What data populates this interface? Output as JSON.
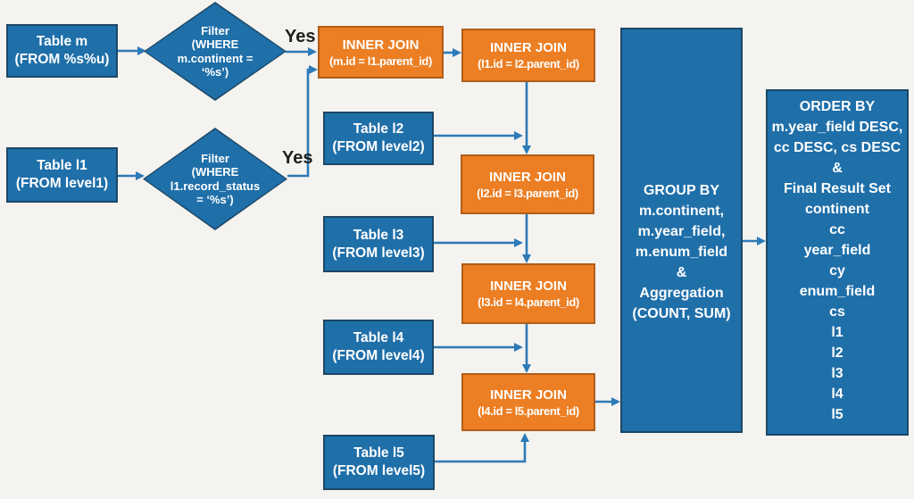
{
  "canvas": {
    "background": "#f4f3ef"
  },
  "colors": {
    "blue_fill": "#1f6fa9",
    "blue_border": "#1d4766",
    "orange_fill": "#ec7e23",
    "orange_border": "#b05e1a",
    "arrow": "#2d7ab8",
    "node_text": "#ffffff",
    "label_text": "#1e1e1c"
  },
  "nodes": {
    "table_m": {
      "line1": "Table m",
      "line2": "(FROM %s%u)"
    },
    "filter_m": {
      "line1": "Filter",
      "line2": "(WHERE",
      "line3": "m.continent =",
      "line4": "‘%s’)"
    },
    "table_l1": {
      "line1": "Table l1",
      "line2": "(FROM level1)"
    },
    "filter_l1": {
      "line1": "Filter",
      "line2": "(WHERE",
      "line3": "l1.record_status",
      "line4": "= ‘%s’)"
    },
    "join_m_l1": {
      "line1": "INNER JOIN",
      "line2": "(m.id = l1.parent_id)"
    },
    "join_l1_l2": {
      "line1": "INNER JOIN",
      "line2": "(l1.id = l2.parent_id)"
    },
    "table_l2": {
      "line1": "Table l2",
      "line2": "(FROM level2)"
    },
    "join_l2_l3": {
      "line1": "INNER JOIN",
      "line2": "(l2.id = l3.parent_id)"
    },
    "table_l3": {
      "line1": "Table l3",
      "line2": "(FROM level3)"
    },
    "join_l3_l4": {
      "line1": "INNER JOIN",
      "line2": "(l3.id = l4.parent_id)"
    },
    "table_l4": {
      "line1": "Table l4",
      "line2": "(FROM level4)"
    },
    "join_l4_l5": {
      "line1": "INNER JOIN",
      "line2": "(l4.id = l5.parent_id)"
    },
    "table_l5": {
      "line1": "Table l5",
      "line2": "(FROM level5)"
    },
    "group_by": {
      "lines": [
        "GROUP BY",
        "m.continent,",
        "m.year_field,",
        "m.enum_field",
        "&",
        "Aggregation",
        "(COUNT, SUM)"
      ]
    },
    "order_by": {
      "lines": [
        "ORDER BY",
        "m.year_field DESC,",
        "cc DESC, cs DESC",
        "&",
        "Final Result Set",
        "continent",
        "cc",
        "year_field",
        "cy",
        "enum_field",
        "cs",
        "l1",
        "l2",
        "l3",
        "l4",
        "l5"
      ]
    }
  },
  "labels": {
    "yes_filter_m": "Yes",
    "yes_filter_l1": "Yes"
  }
}
